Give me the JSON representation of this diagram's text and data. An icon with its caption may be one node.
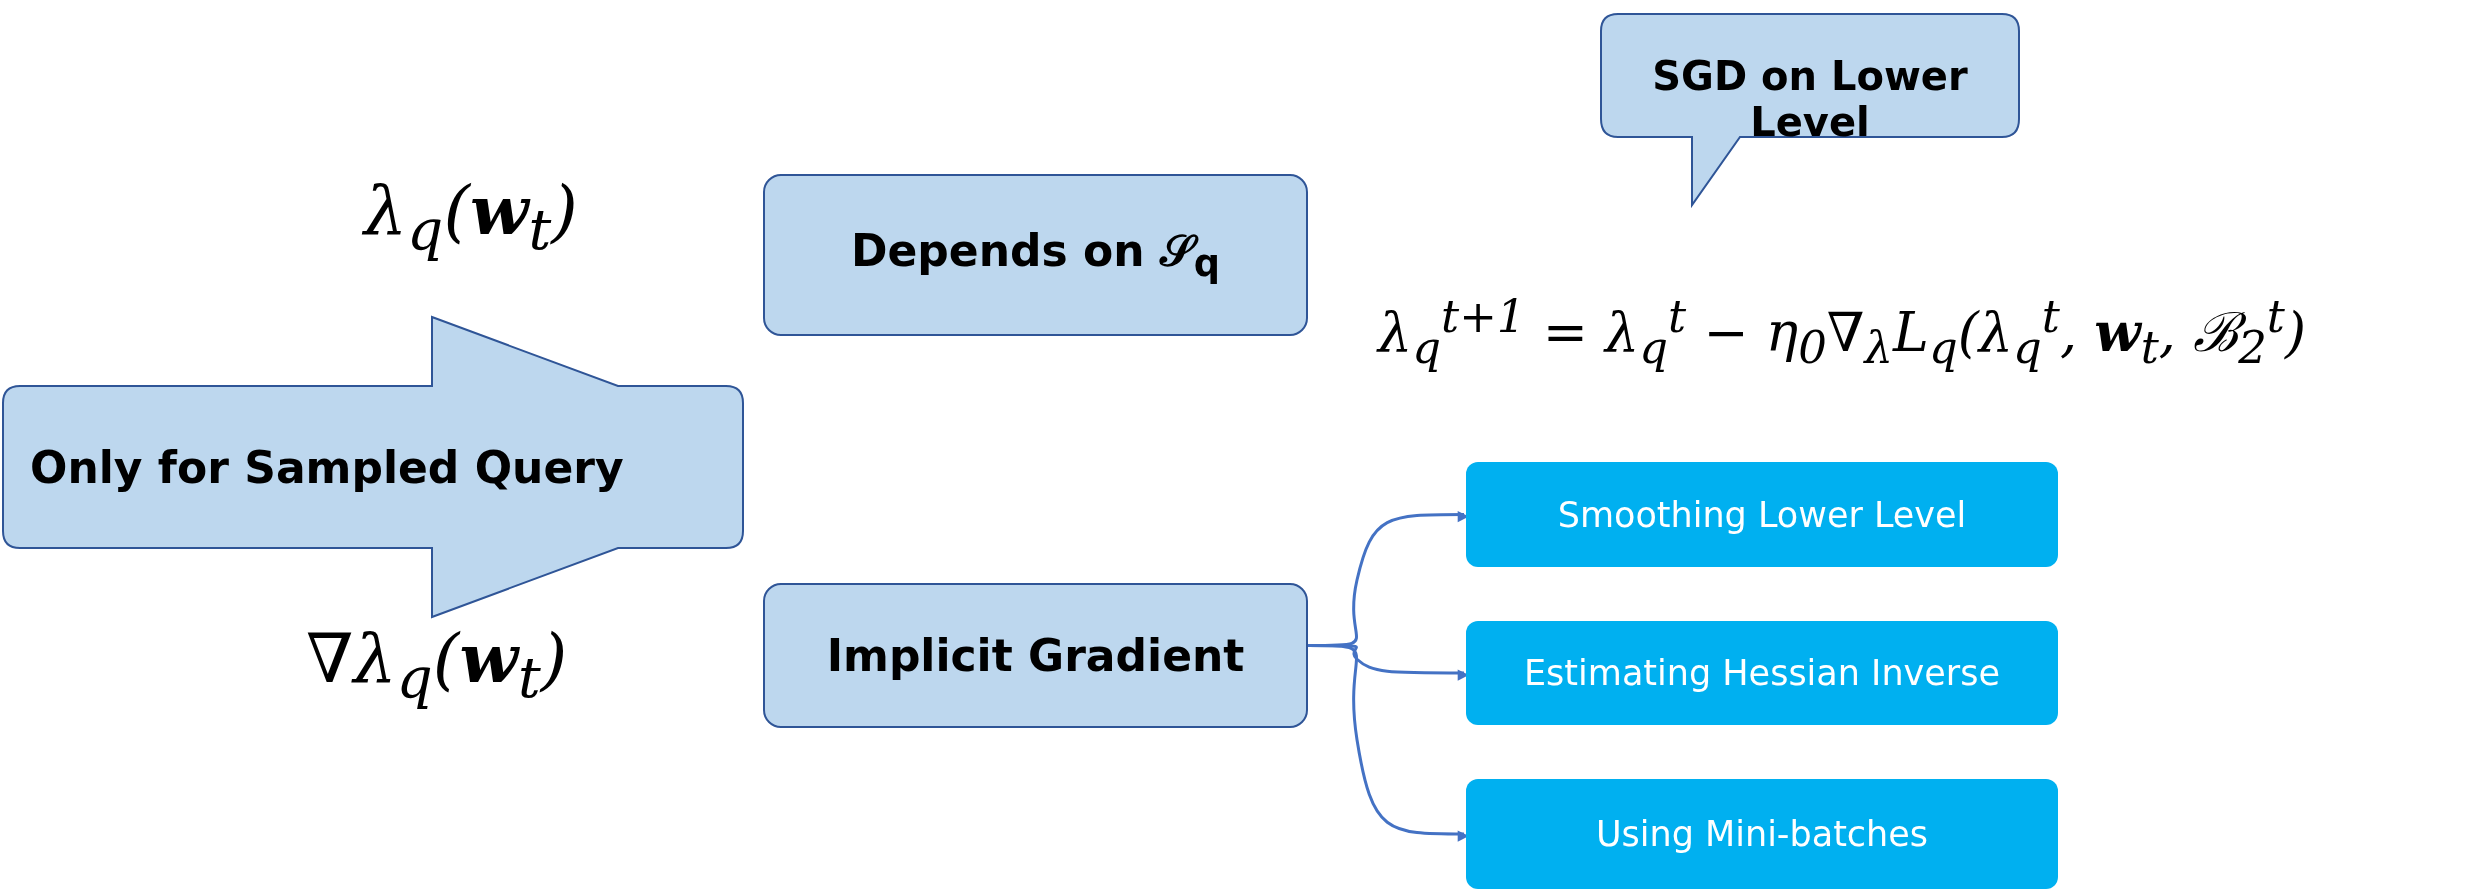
{
  "diagram": {
    "nodes": [
      {
        "text": [
          "Only for Sampled Query"
        ]
      },
      {
        "text": [
          "Depends on 𝒮$_{q}$"
        ]
      },
      {
        "text": [
          "SGD on Lower Level"
        ]
      },
      {
        "text": [
          "Implicit Gradient"
        ]
      },
      {
        "text": [
          "Smoothing Lower Level"
        ]
      },
      {
        "text": [
          "Estimating Hessian Inverse"
        ]
      },
      {
        "text": [
          "Using Mini-batches"
        ]
      }
    ],
    "edges": [
      {
        "from": 3,
        "to": 4,
        "arrow": "to"
      },
      {
        "from": 3,
        "to": 5,
        "arrow": "to"
      },
      {
        "from": 3,
        "to": 6,
        "arrow": "to"
      }
    ],
    "labels": [
      "λ$_{q}$(**w**$_{t}$)",
      "λ$_{q}$$^{t+1}$ = λ$_{q}$$^{t}$ − η$_{0}$∇$_{λ}$L$_{q}$(λ$_{q}$$^{t}$, **w**$_{t}$, ℬ$_{2}$$^{t}$)",
      "∇λ$_{q}$(**w**$_{t}$)"
    ]
  }
}
